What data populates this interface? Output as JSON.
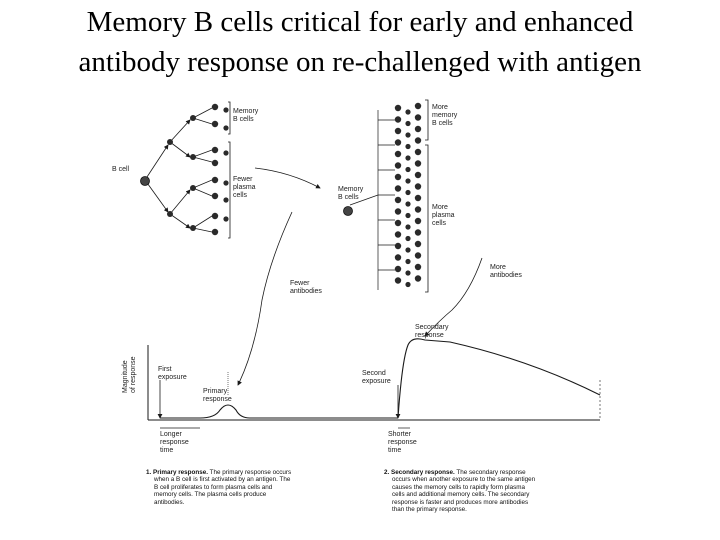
{
  "title": {
    "line1": "Memory B cells critical for early and enhanced",
    "line2": "antibody response on re-challenged with antigen"
  },
  "primary_side": {
    "b_cell": "B cell",
    "memory_b_cells": [
      "Memory",
      "B cells"
    ],
    "fewer_plasma_cells": [
      "Fewer",
      "plasma",
      "cells"
    ],
    "fewer_antibodies": [
      "Fewer",
      "antibodies"
    ]
  },
  "secondary_side": {
    "memory_b_cells": [
      "Memory",
      "B cells"
    ],
    "more_memory_b_cells": [
      "More",
      "memory",
      "B cells"
    ],
    "more_plasma_cells": [
      "More",
      "plasma",
      "cells"
    ],
    "more_antibodies": [
      "More",
      "antibodies"
    ]
  },
  "graph": {
    "y_axis_label": [
      "Magnitude",
      "of response"
    ],
    "first_exposure": [
      "First",
      "exposure"
    ],
    "primary_response": [
      "Primary",
      "response"
    ],
    "second_exposure": [
      "Second",
      "exposure"
    ],
    "secondary_response": [
      "Secondary",
      "response"
    ],
    "longer_response_time": [
      "Longer",
      "response",
      "time"
    ],
    "shorter_response_time": [
      "Shorter",
      "response",
      "time"
    ]
  },
  "captions": {
    "primary": {
      "number": "1.",
      "heading": "Primary response.",
      "lines": [
        "The primary response occurs",
        "when a B cell is first activated by an antigen. The",
        "B cell proliferates to form plasma cells and",
        "memory cells. The plasma cells produce",
        "antibodies."
      ]
    },
    "secondary": {
      "number": "2.",
      "heading": "Secondary response.",
      "lines": [
        "The secondary response",
        "occurs when another exposure to the same antigen",
        "causes the memory cells to rapidly form plasma",
        "cells and additional memory cells. The secondary",
        "response is faster and produces more antibodies",
        "than the primary response."
      ]
    }
  },
  "colors": {
    "text": "#000000",
    "line": "#1a1a1a",
    "cell": "#2a2a2a"
  }
}
